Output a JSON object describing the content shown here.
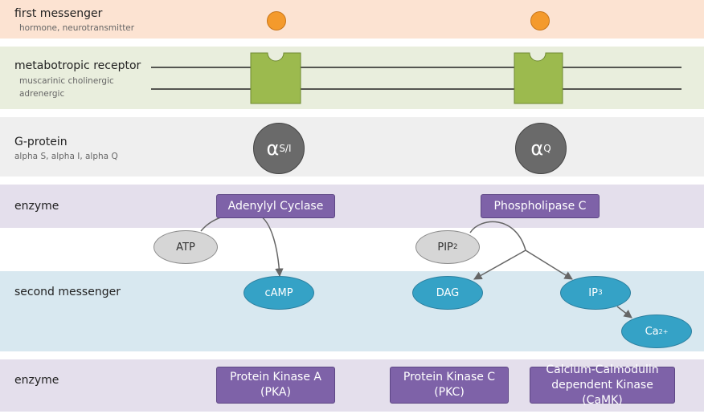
{
  "rows": {
    "first_messenger": {
      "title": "first messenger",
      "sub": "hormone, neurotransmitter"
    },
    "receptor": {
      "title": "metabotropic receptor",
      "sub1": "muscarinic cholinergic",
      "sub2": "adrenergic"
    },
    "g_protein": {
      "title": "G-protein",
      "sub": "alpha S, alpha I, alpha Q"
    },
    "enzyme1": {
      "title": "enzyme"
    },
    "second_messenger": {
      "title": "second messenger"
    },
    "enzyme2": {
      "title": "enzyme"
    }
  },
  "gproteins": {
    "left": {
      "symbol": "α",
      "subscript": "S/I"
    },
    "right": {
      "symbol": "α",
      "subscript": "Q"
    }
  },
  "enzymes": {
    "adenylyl_cyclase": "Adenylyl Cyclase",
    "phospholipase_c": "Phospholipase C"
  },
  "molecules": {
    "atp": "ATP",
    "pip2": {
      "base": "PIP",
      "sub": "2"
    },
    "camp": "cAMP",
    "dag": "DAG",
    "ip3": {
      "base": "IP",
      "sub": "3"
    },
    "ca": {
      "base": "Ca",
      "sup": "2+"
    }
  },
  "kinases": {
    "pka": {
      "line1": "Protein Kinase A",
      "line2": "(PKA)"
    },
    "pkc": {
      "line1": "Protein Kinase C",
      "line2": "(PKC)"
    },
    "camk": {
      "line1": "Calcium-Calmodulin",
      "line2": "dependent Kinase (CaMK)"
    }
  },
  "colors": {
    "band_first_messenger": "#fce3d2",
    "band_receptor": "#e9eedd",
    "band_gprotein": "#efefef",
    "band_enzyme": "#e4dfec",
    "band_second_messenger": "#d8e8f0",
    "enzyme_box": "#7e62a8",
    "receptor": "#9cba4e",
    "messenger_dot": "#f49a2c",
    "second_messenger": "#35a2c6",
    "g_protein": "#6a6a6a"
  }
}
